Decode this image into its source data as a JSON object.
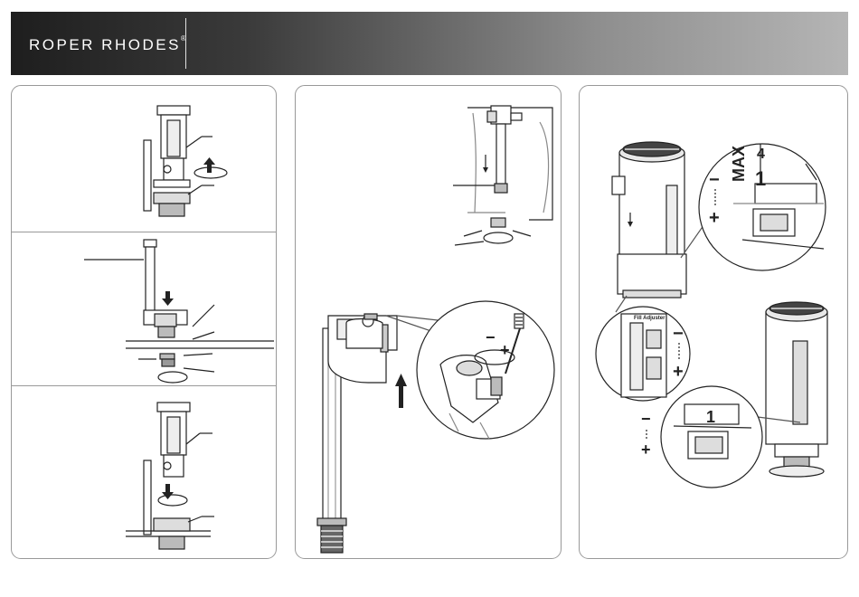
{
  "header": {
    "brand": "ROPER RHODES",
    "brand_mark": "®"
  },
  "colors": {
    "header_dark": "#1e1e1e",
    "header_light": "#b5b5b5",
    "line": "#222222",
    "panel_border": "#999999"
  },
  "panel3": {
    "max_label": "MAX",
    "level_mark": "1",
    "level_mark_alt": "4",
    "minus_sign": "−",
    "plus_sign": "+",
    "fill_adjuster_label": "Fill Adjuster"
  },
  "panel2": {
    "minus_sign": "−",
    "plus_sign": "+"
  }
}
